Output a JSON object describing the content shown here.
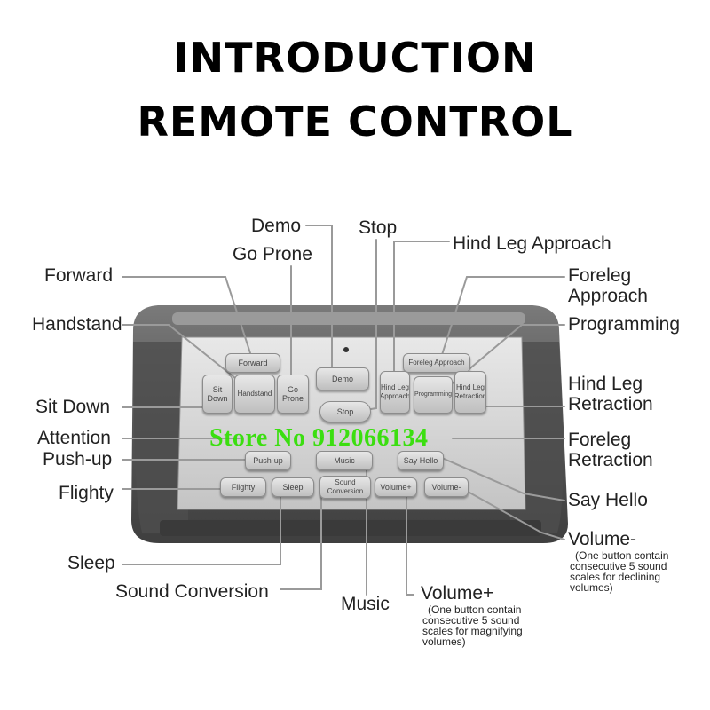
{
  "title": {
    "line1": "INTRODUCTION",
    "line2": "REMOTE CONTROL"
  },
  "watermark": "Store No 912066134",
  "labels": {
    "demo": "Demo",
    "stop": "Stop",
    "hind_leg_approach": "Hind Leg Approach",
    "go_prone": "Go Prone",
    "forward": "Forward",
    "foreleg_approach_1": "Foreleg",
    "foreleg_approach_2": "Approach",
    "handstand": "Handstand",
    "programming": "Programming",
    "hind_leg_retraction_1": "Hind Leg",
    "hind_leg_retraction_2": "Retraction",
    "sit_down": "Sit Down",
    "attention": "Attention",
    "push_up": "Push-up",
    "foreleg_retraction_1": "Foreleg",
    "foreleg_retraction_2": "Retraction",
    "flighty": "Flighty",
    "say_hello": "Say Hello",
    "volume_minus": "Volume-",
    "volume_minus_note_1": "(One button contain",
    "volume_minus_note_2": "consecutive 5 sound",
    "volume_minus_note_3": "scales for declining",
    "volume_minus_note_4": "volumes)",
    "sleep": "Sleep",
    "sound_conversion": "Sound Conversion",
    "music": "Music",
    "volume_plus": "Volume+",
    "volume_plus_note_1": "(One button contain",
    "volume_plus_note_2": "consecutive 5 sound",
    "volume_plus_note_3": "scales for magnifying",
    "volume_plus_note_4": "volumes)"
  },
  "buttons": {
    "forward": "Forward",
    "demo": "Demo",
    "foreleg_approach": "Foreleg Approach",
    "sit_down": "Sit Down",
    "handstand": "Handstand",
    "go_prone": "Go Prone",
    "stop": "Stop",
    "hind_leg_approach": "Hind Leg Approach",
    "programming": "Programming",
    "hind_leg_retraction": "Hind Leg Retraction",
    "push_up": "Push-up",
    "music": "Music",
    "say_hello": "Say Hello",
    "flighty": "Flighty",
    "sleep": "Sleep",
    "sound_conversion": "Sound Conversion",
    "volume_plus": "Volume+",
    "volume_minus": "Volume-"
  },
  "colors": {
    "watermark": "#2fe000",
    "body": "#5a5a5a",
    "panel": "#d6d6d6"
  }
}
